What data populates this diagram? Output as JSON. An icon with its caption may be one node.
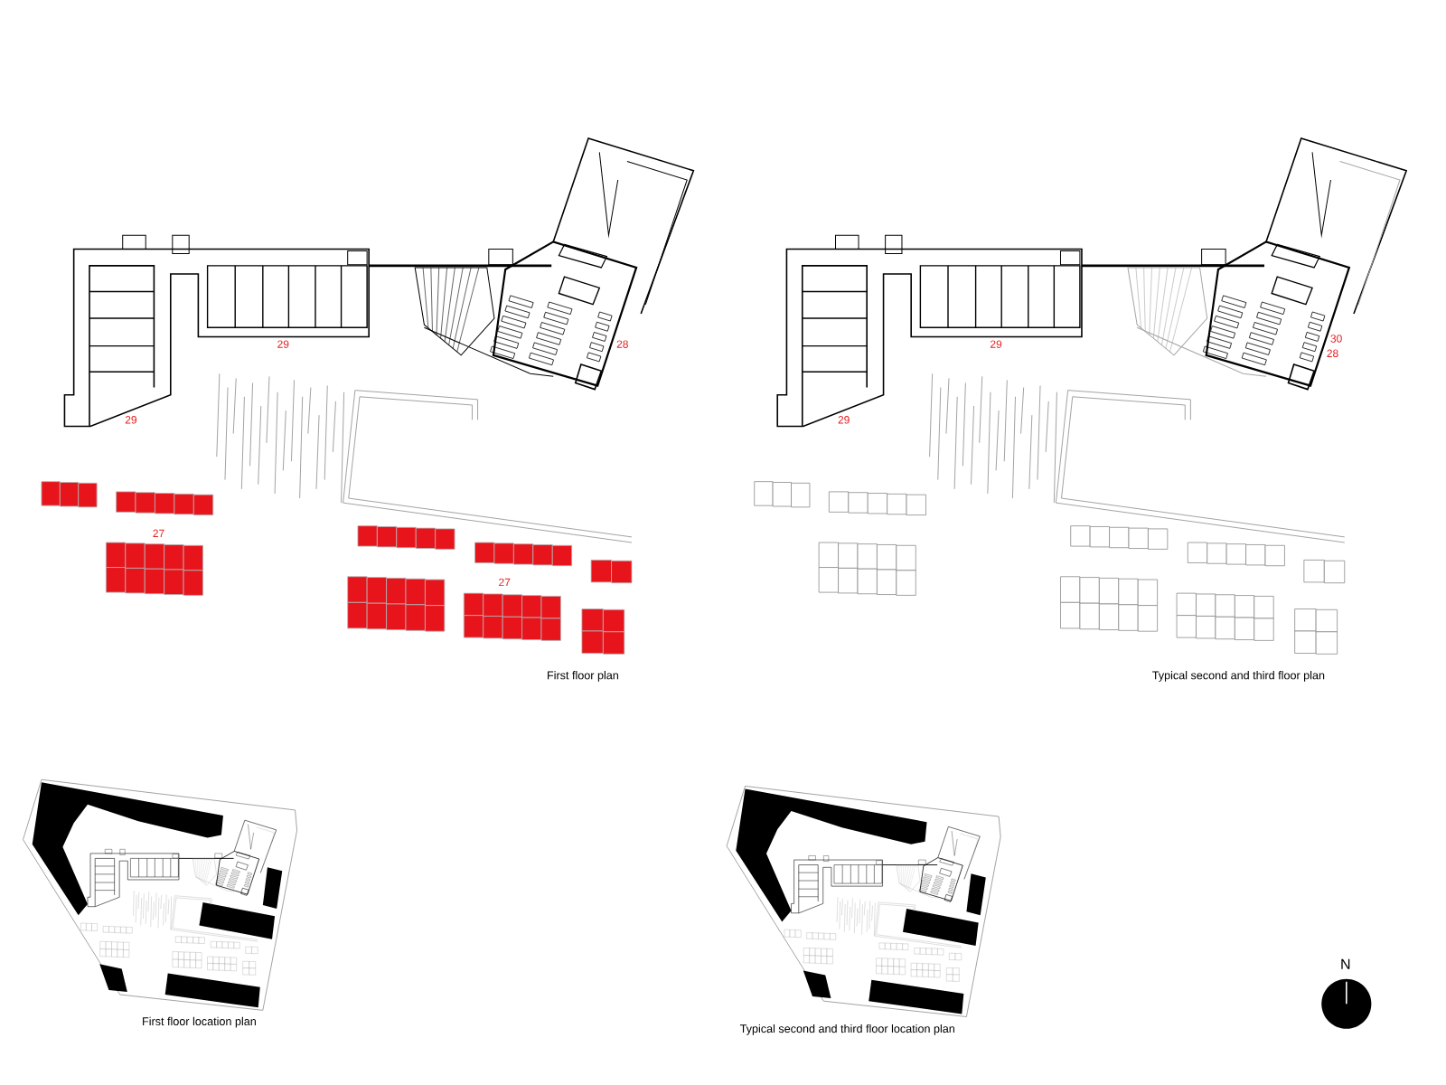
{
  "diagram": {
    "labels": [
      "29",
      "28",
      "29",
      "27",
      "27",
      "First floor plan",
      "30",
      "29",
      "28",
      "29",
      "Typical second and third floor plan",
      "First floor location plan",
      "Typical second and third floor location plan",
      "N"
    ]
  }
}
